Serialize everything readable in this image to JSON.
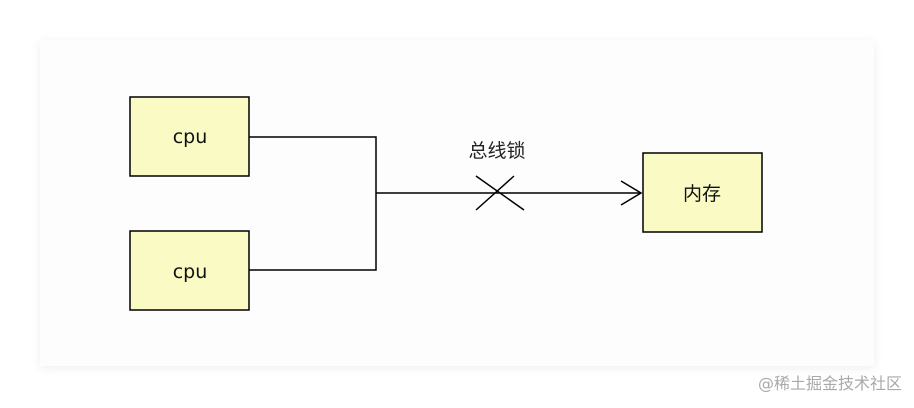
{
  "nodes": {
    "cpu_top": "cpu",
    "cpu_bottom": "cpu",
    "memory": "内存"
  },
  "edge_label": "总线锁",
  "watermark": "@稀土掘金技术社区",
  "colors": {
    "node_fill": "#FAFAC4",
    "stroke": "#000000",
    "background": "#FDFDFD"
  }
}
